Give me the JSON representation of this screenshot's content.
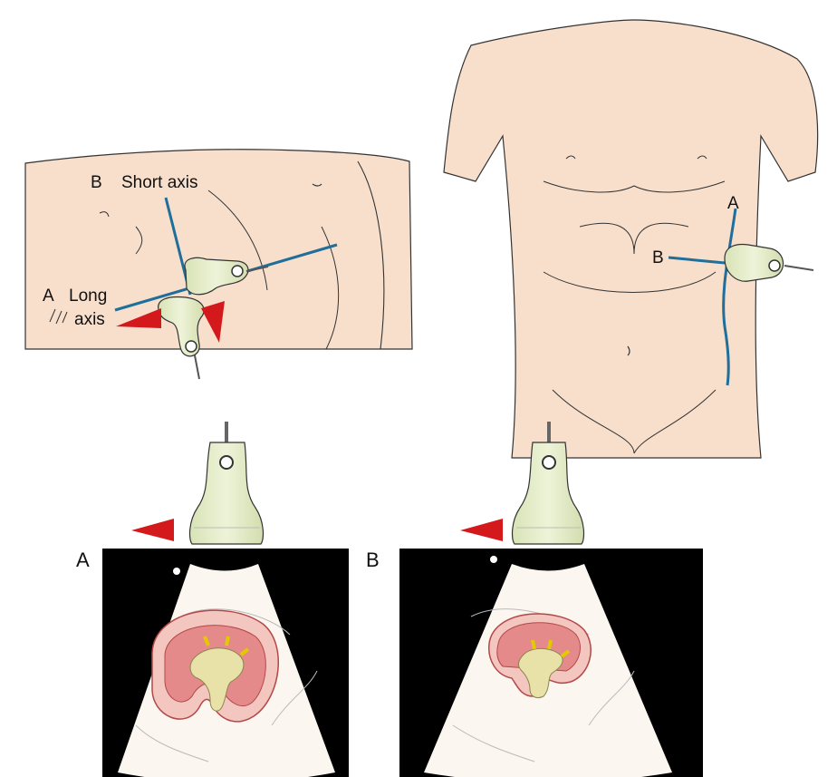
{
  "side_view": {
    "label_b": "B",
    "short_axis": "Short axis",
    "label_a": "A",
    "long_axis_line1": "Long",
    "long_axis_line2": "axis"
  },
  "torso_view": {
    "label_a": "A",
    "label_b": "B"
  },
  "panels": {
    "a_label": "A",
    "b_label": "B"
  },
  "colors": {
    "skin": "#f8dfcc",
    "axis_line": "#1f6f9a",
    "marker": "#d4191c",
    "probe": "#e3ecc4",
    "ultrasound_bg": "#000000",
    "cortex": "#e58a8a",
    "sinus": "#e9e2a8"
  }
}
